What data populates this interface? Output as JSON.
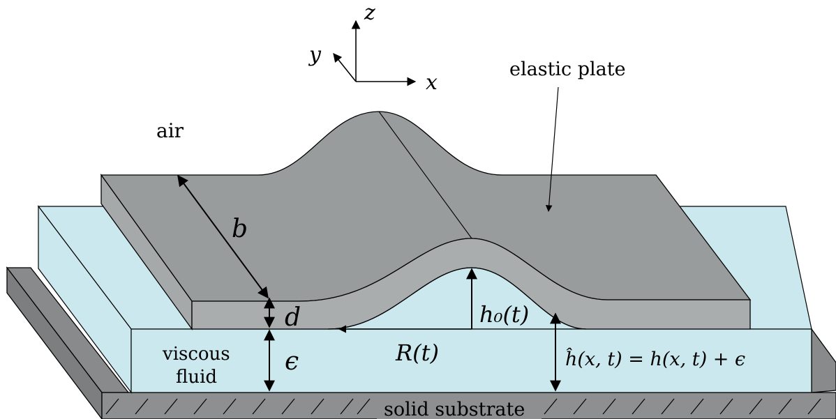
{
  "diagram": {
    "axes": {
      "x": "x",
      "y": "y",
      "z": "z"
    },
    "labels": {
      "air": "air",
      "elastic_plate": "elastic plate",
      "viscous": "viscous",
      "fluid": "fluid",
      "solid_substrate": "solid substrate",
      "b": "b",
      "d": "d",
      "epsilon": "ϵ",
      "h0": "h₀(t)",
      "R": "R(t)",
      "hhat_lhs": "ĥ(x, t)",
      "hhat_mid": " = h(x, t) + ",
      "hhat_eps": "ϵ"
    },
    "colors": {
      "plate_top": "#999c9d",
      "plate_side": "#aaadae",
      "fluid": "#cbe8ee",
      "substrate": "#888a8b",
      "outline": "#000000"
    }
  }
}
